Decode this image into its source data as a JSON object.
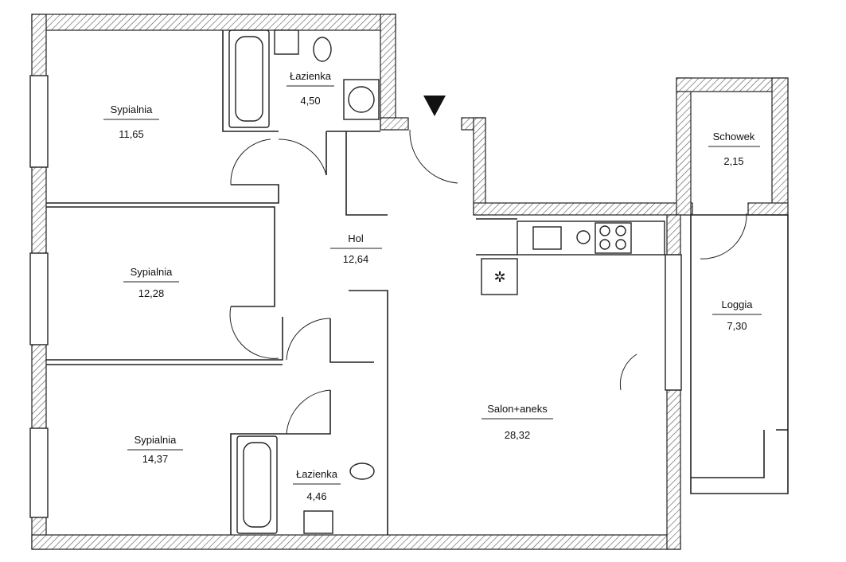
{
  "title": "Floor plan",
  "rooms": [
    {
      "name": "Sypialnia",
      "area": "11,65"
    },
    {
      "name": "Łazienka",
      "area": "4,50"
    },
    {
      "name": "Schowek",
      "area": "2,15"
    },
    {
      "name": "Hol",
      "area": "12,64"
    },
    {
      "name": "Sypialnia",
      "area": "12,28"
    },
    {
      "name": "Loggia",
      "area": "7,30"
    },
    {
      "name": "Salon+aneks",
      "area": "28,32"
    },
    {
      "name": "Sypialnia",
      "area": "14,37"
    },
    {
      "name": "Łazienka",
      "area": "4,46"
    }
  ],
  "entrance_marker": "entrance-triangle-icon"
}
